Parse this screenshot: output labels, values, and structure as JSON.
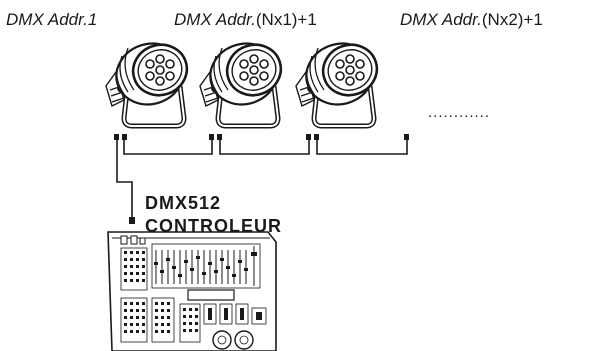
{
  "addresses": {
    "first": {
      "italic": "DMX Addr.",
      "plain": "1"
    },
    "second": {
      "italic": "DMX Addr.",
      "plain": "(Nx1)+1"
    },
    "third": {
      "italic": "DMX Addr.",
      "plain": "(Nx2)+1"
    }
  },
  "continuation": "............",
  "controller": {
    "line1": "DMX512",
    "line2": "CONTROLEUR"
  },
  "fixture_count": 3
}
